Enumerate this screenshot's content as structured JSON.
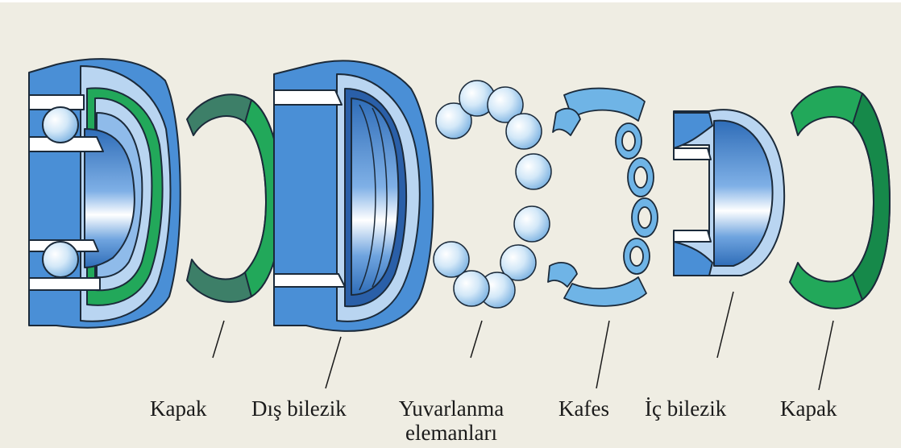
{
  "labels": {
    "kapak_left": "Kapak",
    "dis_bilezik": "Dış bilezik",
    "yuvarlanma_line1": "Yuvarlanma",
    "yuvarlanma_line2": "elemanları",
    "kafes": "Kafes",
    "ic_bilezik": "İç bilezik",
    "kapak_right": "Kapak"
  },
  "colors": {
    "background": "#efede3",
    "ring_blue": "#4a8fd6",
    "ring_light": "#b9d5f1",
    "shield_green": "#22a85a",
    "shield_dark_green": "#3d7f68",
    "ball": "#d7ebfa",
    "cage": "#6fb4e6",
    "outline": "#1b2a3a"
  }
}
